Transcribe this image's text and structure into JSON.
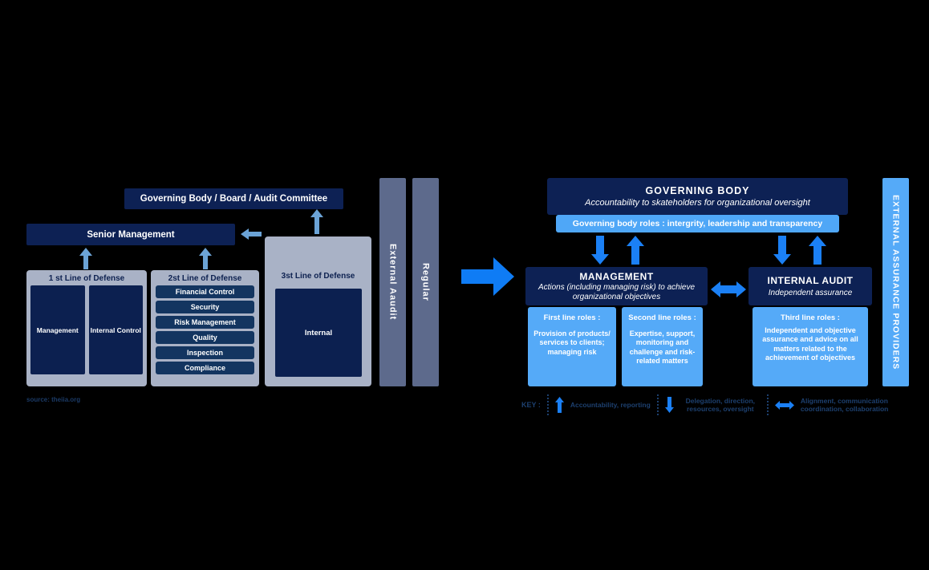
{
  "colors": {
    "background": "#000000",
    "navy": "#0d2154",
    "pill_navy": "#133560",
    "column_gray": "#a9b2c6",
    "slate_bar": "#5d6a8c",
    "light_blue": "#55aaf8",
    "roles_bar_blue": "#4fa7f7",
    "arrow_light_blue": "#6ba3d6",
    "arrow_bright_blue": "#1b80f5",
    "big_arrow_blue": "#0f7cf5",
    "key_text_blue": "#1d406f"
  },
  "left_diagram": {
    "governing_box": "Governing Body / Board / Audit Committee",
    "senior_management": "Senior Management",
    "columns": [
      {
        "title": "1 st Line of Defense",
        "items": [
          "Management",
          "Internal Control"
        ]
      },
      {
        "title": "2st Line of Defense",
        "items": [
          "Financial Control",
          "Security",
          "Risk Management",
          "Quality",
          "Inspection",
          "Compliance"
        ]
      },
      {
        "title": "3st Line of Defense",
        "items": [
          "Internal"
        ]
      }
    ],
    "bars": [
      "External Aaudit",
      "Regular"
    ],
    "source": "source: theiia.org"
  },
  "right_diagram": {
    "governing_body": {
      "title": "GOVERNING BODY",
      "subtitle": "Accountability to skateholders for organizational oversight"
    },
    "governing_roles": "Governing body roles : intergrity, leadership and transparency",
    "management": {
      "title": "MANAGEMENT",
      "subtitle": "Actions (including managing risk) to achieve organizational objectives"
    },
    "internal_audit": {
      "title": "INTERNAL AUDIT",
      "subtitle": "Independent assurance"
    },
    "role_boxes": [
      {
        "title": "First line roles :",
        "body": "Provision of products/ services to clients; managing risk"
      },
      {
        "title": "Second line roles :",
        "body": "Expertise, support, monitoring and challenge and risk-related matters"
      },
      {
        "title": "Third line roles :",
        "body": "Independent and objective assurance and advice on all matters related to the achievement of objectives"
      }
    ],
    "external_bar": "EXTERNAL ASSURANCE PROVIDERS",
    "key": {
      "label": "KEY :",
      "items": [
        {
          "icon": "up-arrow",
          "text": "Accountability, reporting"
        },
        {
          "icon": "down-arrow",
          "text": "Delegation, direction, resources, oversight"
        },
        {
          "icon": "double-arrow",
          "text": "Alignment, communication coordination, collaboration"
        }
      ]
    }
  }
}
